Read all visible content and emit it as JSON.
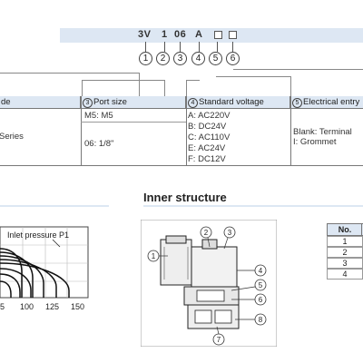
{
  "model_code": {
    "parts": [
      "3V",
      "1",
      "06",
      "A"
    ],
    "circle_numbers": [
      "1",
      "2",
      "3",
      "4",
      "5",
      "6"
    ]
  },
  "spec_table": {
    "headers": {
      "series": "de",
      "port_size": "Port size",
      "voltage": "Standard voltage",
      "electrical": "Electrical entry"
    },
    "header_numbers": {
      "port_size": "3",
      "voltage": "4",
      "electrical": "5"
    },
    "series_value": "Series",
    "port_sizes": [
      "M5: M5",
      "06: 1/8\""
    ],
    "voltages": [
      "A: AC220V",
      "B: DC24V",
      "C: AC110V",
      "E: AC24V",
      "F: DC12V"
    ],
    "electrical": [
      "Blank: Terminal",
      "I: Grommet"
    ]
  },
  "inner_structure": {
    "title": "Inner structure",
    "callouts": [
      "1",
      "2",
      "3",
      "4",
      "5",
      "6",
      "7",
      "8"
    ]
  },
  "chart_data": {
    "type": "line",
    "title": "",
    "legend_label": "Inlet pressure  P1",
    "xlabel": "",
    "ylabel": "",
    "x_ticks": [
      5,
      100,
      125,
      150
    ],
    "series": [
      {
        "values_note": ""
      }
    ]
  },
  "chart_labels": {
    "inlet": "Inlet pressure  P1",
    "ticks": [
      "5",
      "100",
      "125",
      "150"
    ]
  },
  "parts_table": {
    "header": "No.",
    "rows": [
      "1",
      "2",
      "3",
      "4"
    ]
  }
}
